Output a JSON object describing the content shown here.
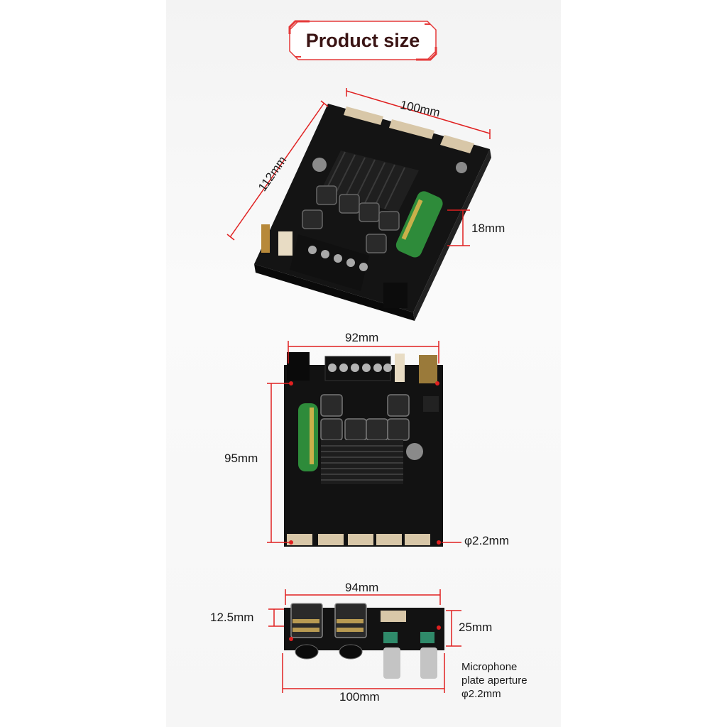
{
  "header": {
    "title": "Product size"
  },
  "board_top": {
    "width_label": "100mm",
    "depth_label": "112mm",
    "height_label": "18mm"
  },
  "board_front": {
    "width_label": "92mm",
    "height_label": "95mm",
    "hole_label": "φ2.2mm"
  },
  "board_mic": {
    "width_top_label": "94mm",
    "jack_pitch_label": "12.5mm",
    "height_label": "25mm",
    "width_bottom_label": "100mm",
    "note_line1": "Microphone",
    "note_line2": "plate aperture",
    "note_line3": "φ2.2mm"
  },
  "colors": {
    "accent": "#e02020",
    "pcb": "#151515",
    "capacitor": "#2e8b3a",
    "heatsink": "#1c1c1c"
  }
}
